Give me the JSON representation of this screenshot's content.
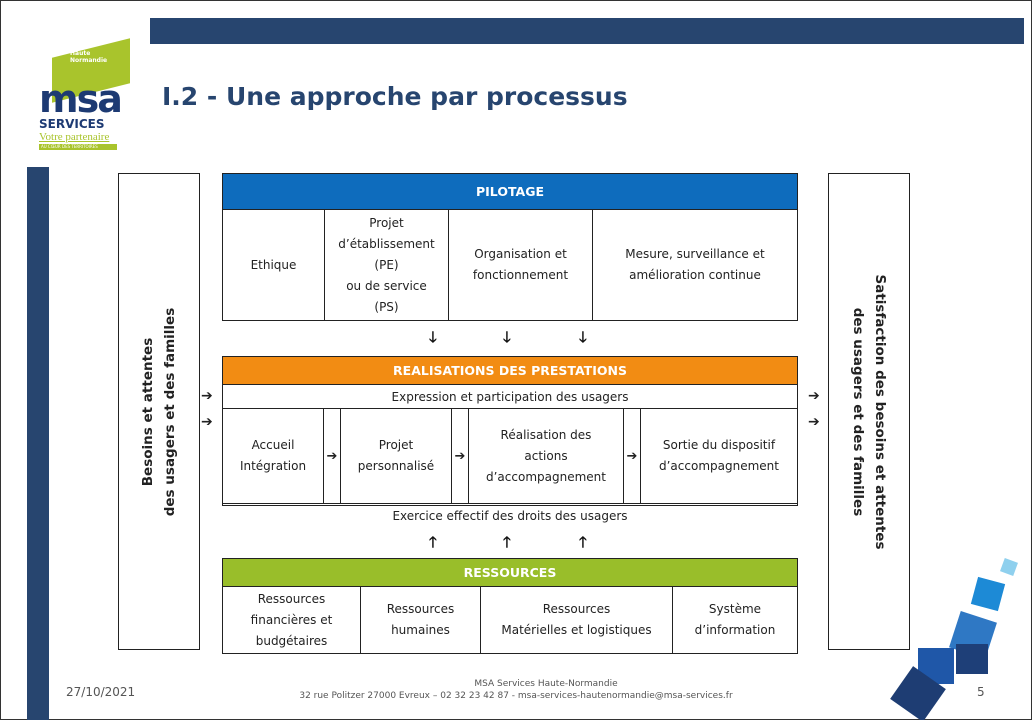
{
  "slide": {
    "title": "I.2 - Une approche par processus",
    "logo": {
      "haute": "Haute",
      "normandie": "Normandie",
      "msa": "msa",
      "services": "SERVICES",
      "tagline": "Votre partenaire",
      "subtagline": "AU CŒUR DES TERRITOIRES"
    }
  },
  "diagram": {
    "left_side": [
      "Besoins et attentes",
      "des usagers et des familles"
    ],
    "right_side": [
      "Satisfaction des besoins et attentes",
      "des usagers et des familles"
    ],
    "pilotage": {
      "header": "PILOTAGE",
      "cells": [
        "Ethique",
        "Projet\nd’établissement\n(PE)\nou de service\n(PS)",
        "Organisation et\nfonctionnement",
        "Mesure, surveillance et\namélioration continue"
      ]
    },
    "realisations": {
      "header": "REALISATIONS DES PRESTATIONS",
      "top_line": "Expression et participation des usagers",
      "steps": [
        "Accueil\nIntégration",
        "Projet\npersonnalisé",
        "Réalisation des\nactions\nd’accompagnement",
        "Sortie du dispositif\nd’accompagnement"
      ],
      "bottom_line": "Exercice effectif des droits des usagers"
    },
    "ressources": {
      "header": "RESSOURCES",
      "cells": [
        "Ressources\nfinancières et\nbudgétaires",
        "Ressources\nhumaines",
        "Ressources\nMatérielles et logistiques",
        "Système\nd’information"
      ]
    },
    "arrows": {
      "down": "🡓",
      "up": "🡑",
      "right": "➔",
      "step": "➔"
    }
  },
  "footer": {
    "date": "27/10/2021",
    "org": "MSA Services Haute-Normandie",
    "address": "32 rue Politzer 27000 Evreux – 02 32 23 42 87 -  msa-services-hautenormandie@msa-services.fr",
    "page": "5"
  },
  "colors": {
    "navy": "#27456f",
    "pilotage": "#0e6cbd",
    "realisations": "#f28c13",
    "ressources": "#99be2a"
  }
}
